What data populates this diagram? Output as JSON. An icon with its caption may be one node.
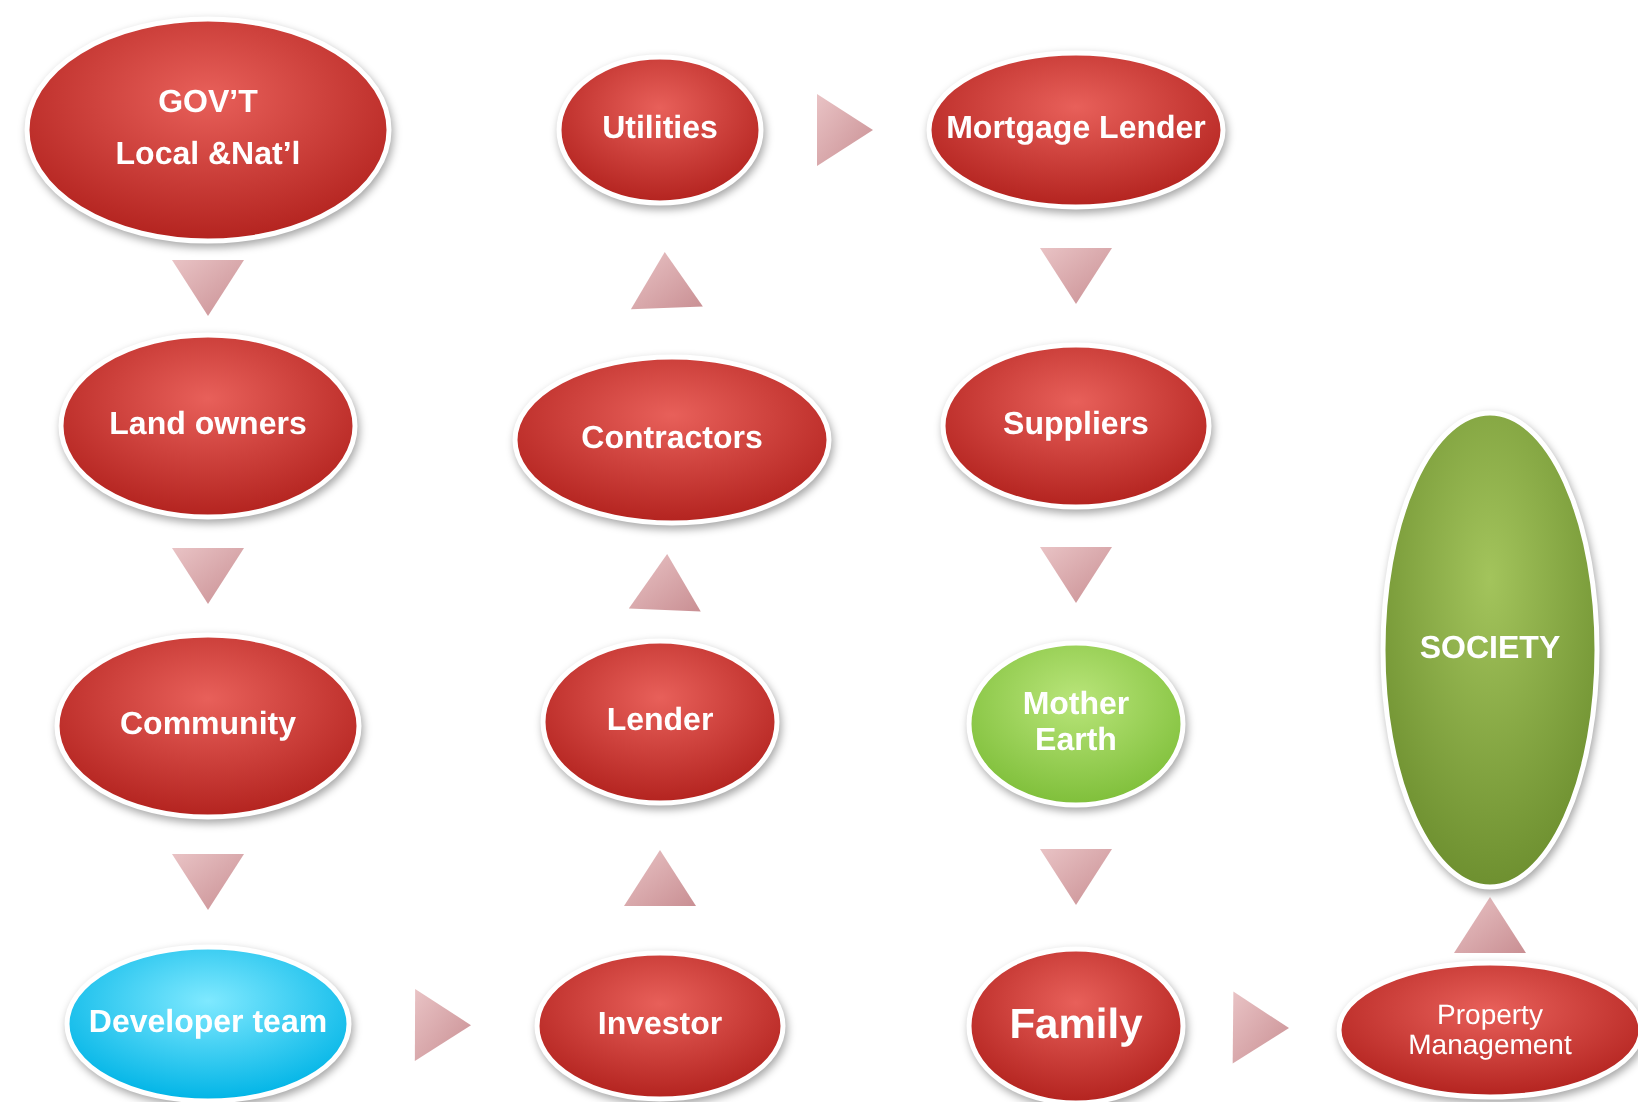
{
  "diagram": {
    "nodes": [
      {
        "text": [
          "GOV’T",
          "Local &Nat’l"
        ]
      },
      {
        "text": [
          "Land owners"
        ]
      },
      {
        "text": [
          "Community"
        ]
      },
      {
        "text": [
          "Developer team"
        ]
      },
      {
        "text": [
          "Investor"
        ]
      },
      {
        "text": [
          "Lender"
        ]
      },
      {
        "text": [
          "Contractors"
        ]
      },
      {
        "text": [
          "Utilities"
        ]
      },
      {
        "text": [
          "Mortgage Lender"
        ]
      },
      {
        "text": [
          "Suppliers"
        ]
      },
      {
        "text": [
          "Mother Earth"
        ]
      },
      {
        "text": [
          "Family"
        ]
      },
      {
        "text": [
          "Property Management"
        ]
      },
      {
        "text": [
          "SOCIETY"
        ]
      }
    ],
    "edges": [
      {
        "from": 0,
        "to": 1,
        "arrow": "to"
      },
      {
        "from": 1,
        "to": 2,
        "arrow": "to"
      },
      {
        "from": 2,
        "to": 3,
        "arrow": "to"
      },
      {
        "from": 3,
        "to": 4,
        "arrow": "to"
      },
      {
        "from": 4,
        "to": 5,
        "arrow": "to"
      },
      {
        "from": 5,
        "to": 6,
        "arrow": "to"
      },
      {
        "from": 6,
        "to": 7,
        "arrow": "to"
      },
      {
        "from": 7,
        "to": 8,
        "arrow": "to"
      },
      {
        "from": 8,
        "to": 9,
        "arrow": "to"
      },
      {
        "from": 9,
        "to": 10,
        "arrow": "to"
      },
      {
        "from": 10,
        "to": 11,
        "arrow": "to"
      },
      {
        "from": 11,
        "to": 12,
        "arrow": "to"
      },
      {
        "from": 12,
        "to": 13,
        "arrow": "to"
      }
    ]
  }
}
